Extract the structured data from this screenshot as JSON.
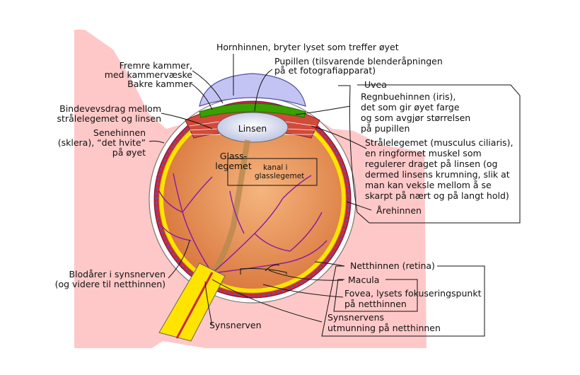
{
  "labels": {
    "cornea": "Hornhinnen, bryter lyset som treffer øyet",
    "anterior_chamber_1": "Fremre kammer,",
    "anterior_chamber_2": "med kammervæske",
    "posterior_chamber": "Bakre kammer",
    "pupil_1": "Pupillen (tilsvarende blenderåpningen",
    "pupil_2": "på et fotografiapparat)",
    "uvea": "Uvea",
    "iris_1": "Regnbuehinnen (iris),",
    "iris_2": "det som gir øyet farge",
    "iris_3": "og som avgjør størrelsen",
    "iris_4": "på pupillen",
    "zonule_1": "Bindevevsdrag mellom",
    "zonule_2": "strålelegemet og linsen",
    "lens": "Linsen",
    "sclera_1": "Senehinnen",
    "sclera_2": "(sklera), “det hvite”",
    "sclera_3": "på øyet",
    "ciliary_1": "Strålelegemet (musculus ciliaris),",
    "ciliary_2": "en ringformet muskel som",
    "ciliary_3": "regulerer draget på linsen (og",
    "ciliary_4": "dermed linsens krumning, slik at",
    "ciliary_5": "man kan veksle mellom å se",
    "ciliary_6": "skarpt på nært og på langt hold)",
    "vitreous_1": "Glass-",
    "vitreous_2": "legemet",
    "canal_1": "kanal i",
    "canal_2": "glasslegemet",
    "choroid": "Årehinnen",
    "vessels_1": "Blodårer i synsnerven",
    "vessels_2": "(og videre til netthinnen)",
    "retina": "Netthinnen (retina)",
    "macula": "Macula",
    "fovea_1": "Fovea, lysets fokuseringspunkt",
    "fovea_2": "på netthinnen",
    "optic_nerve": "Synsnerven",
    "blind_spot_1": "Synsnervens",
    "blind_spot_2": "utmunning på netthinnen"
  },
  "colors": {
    "background_face": "#ffc8c8",
    "sclera": "#ffffff",
    "vitreous": "#e8925a",
    "retina": "#ffe400",
    "iris": "#3aa000",
    "cornea": "#b8b8f0",
    "vessels": "#b3005a"
  }
}
